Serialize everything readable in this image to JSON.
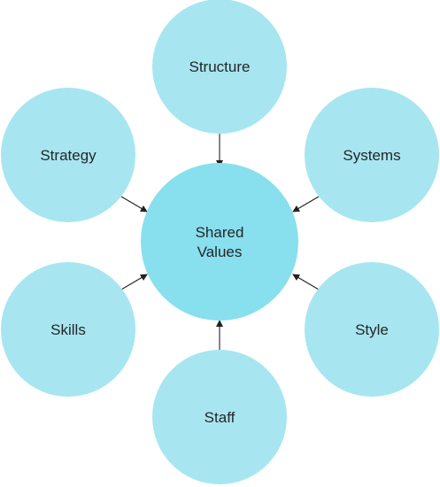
{
  "diagram": {
    "center": {
      "label_line1": "Shared",
      "label_line2": "Values",
      "color": "#88dfee"
    },
    "nodes": [
      {
        "id": "structure",
        "label": "Structure"
      },
      {
        "id": "systems",
        "label": "Systems"
      },
      {
        "id": "style",
        "label": "Style"
      },
      {
        "id": "staff",
        "label": "Staff"
      },
      {
        "id": "skills",
        "label": "Skills"
      },
      {
        "id": "strategy",
        "label": "Strategy"
      }
    ],
    "node_color": "#a7e6f1",
    "arrow_color": "#222222"
  }
}
